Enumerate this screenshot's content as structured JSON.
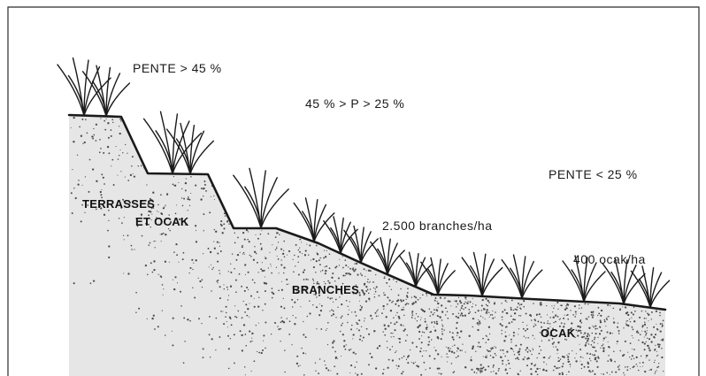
{
  "labels": {
    "slope_steep": "PENTE > 45 %",
    "slope_medium": "45 % > P > 25 %",
    "slope_gentle": "PENTE < 25 %",
    "density_branches": "2.500 branches/ha",
    "density_ocak": "400 ocak/ha"
  },
  "zones": {
    "terraces_line1": "TERRASSES",
    "terraces_line2": "ET OCAK",
    "branches": "BRANCHES",
    "ocak": "OCAK"
  }
}
